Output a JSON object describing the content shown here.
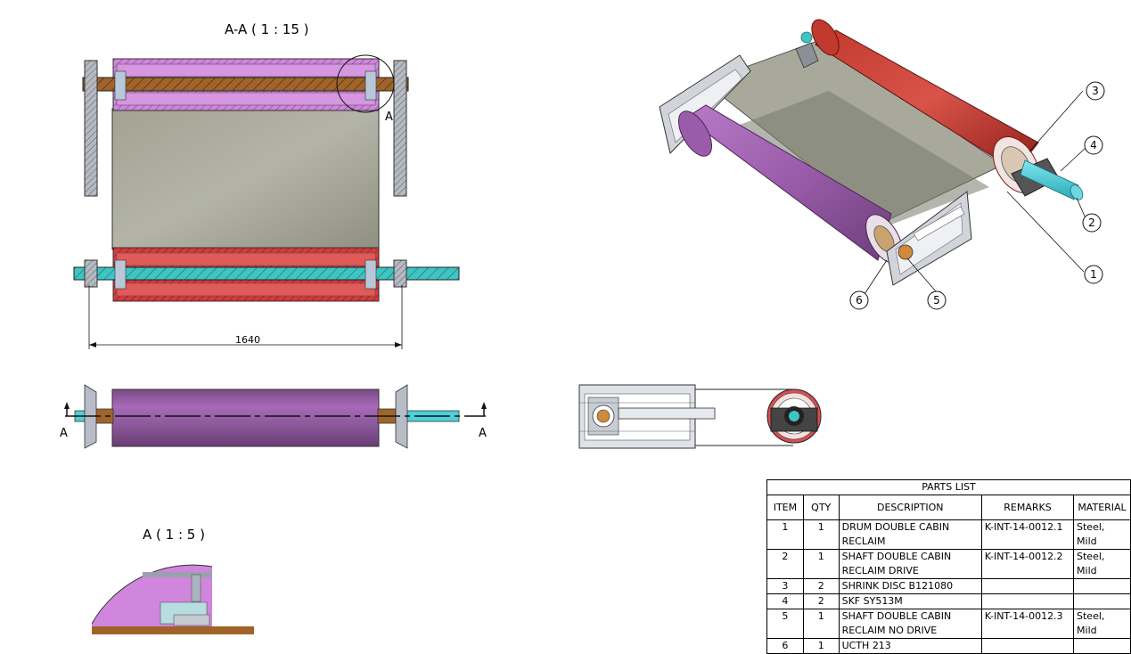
{
  "views": {
    "section_title": "A-A ( 1 : 15 )",
    "detail_title": "A ( 1 : 5 )",
    "dimension": "1640",
    "section_marker": "A",
    "cut_label_left": "A",
    "cut_label_right": "A"
  },
  "balloons": [
    "1",
    "2",
    "3",
    "4",
    "5",
    "6"
  ],
  "parts_list": {
    "title": "PARTS LIST",
    "headers": {
      "item": "ITEM",
      "qty": "QTY",
      "description": "DESCRIPTION",
      "remarks": "REMARKS",
      "material": "MATERIAL"
    },
    "rows": [
      {
        "item": "1",
        "qty": "1",
        "description": "DRUM DOUBLE CABIN RECLAIM",
        "remarks": "K-INT-14-0012.1",
        "material": "Steel, Mild"
      },
      {
        "item": "2",
        "qty": "1",
        "description": "SHAFT DOUBLE CABIN RECLAIM DRIVE",
        "remarks": "K-INT-14-0012.2",
        "material": "Steel, Mild"
      },
      {
        "item": "3",
        "qty": "2",
        "description": "SHRINK DISC B121080",
        "remarks": "",
        "material": ""
      },
      {
        "item": "4",
        "qty": "2",
        "description": "SKF SY513M",
        "remarks": "",
        "material": ""
      },
      {
        "item": "5",
        "qty": "1",
        "description": "SHAFT DOUBLE CABIN RECLAIM NO DRIVE",
        "remarks": "K-INT-14-0012.3",
        "material": "Steel, Mild"
      },
      {
        "item": "6",
        "qty": "1",
        "description": "UCTH 213",
        "remarks": "",
        "material": ""
      }
    ]
  },
  "colors": {
    "magenta_drum": "#c879d8",
    "red_drum": "#d63a3a",
    "belt_gray": "#a9aa9e",
    "shaft_brown": "#a0642a",
    "shaft_cyan": "#3fc4c4",
    "steel": "#9aa0ad"
  }
}
